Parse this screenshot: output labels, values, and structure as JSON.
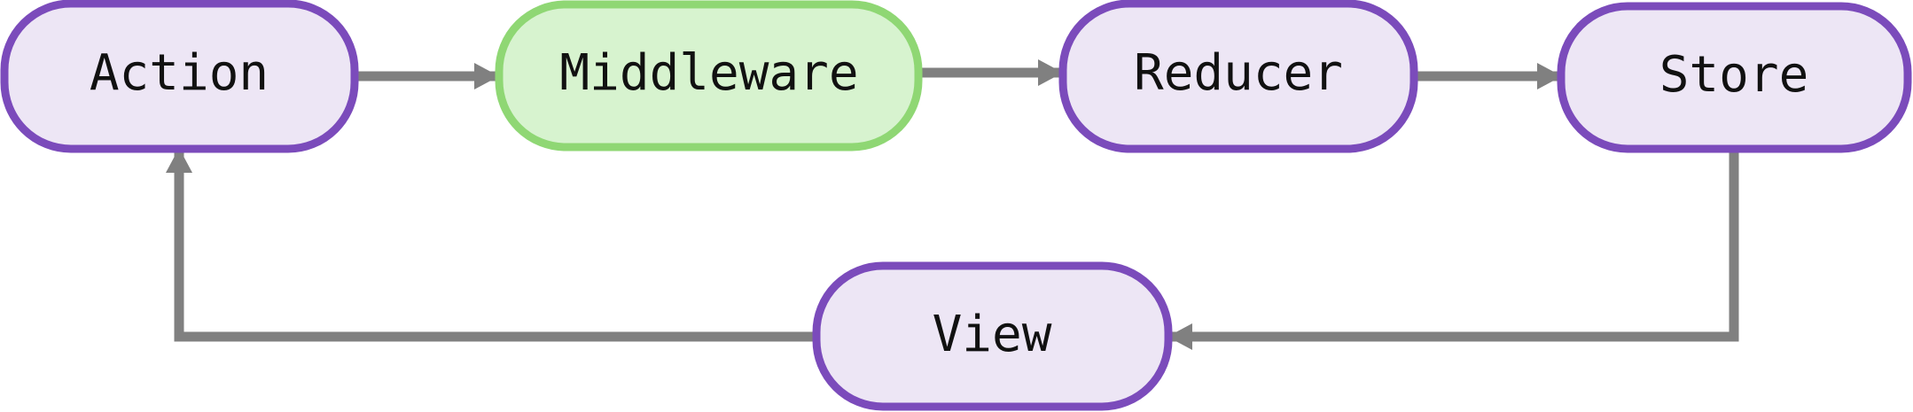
{
  "colors": {
    "node_fill": "#ede6f5",
    "node_stroke": "#7b4bbb",
    "highlight_fill": "#d7f3cf",
    "highlight_stroke": "#8fd774",
    "connector": "#808080",
    "text": "#111111",
    "background": "#ffffff"
  },
  "nodes": {
    "action": {
      "label": "Action",
      "highlighted": false
    },
    "middleware": {
      "label": "Middleware",
      "highlighted": true
    },
    "reducer": {
      "label": "Reducer",
      "highlighted": false
    },
    "store": {
      "label": "Store",
      "highlighted": false
    },
    "view": {
      "label": "View",
      "highlighted": false
    }
  },
  "edges": [
    {
      "from": "action",
      "to": "middleware"
    },
    {
      "from": "middleware",
      "to": "reducer"
    },
    {
      "from": "reducer",
      "to": "store"
    },
    {
      "from": "store",
      "to": "view"
    },
    {
      "from": "view",
      "to": "action"
    }
  ]
}
